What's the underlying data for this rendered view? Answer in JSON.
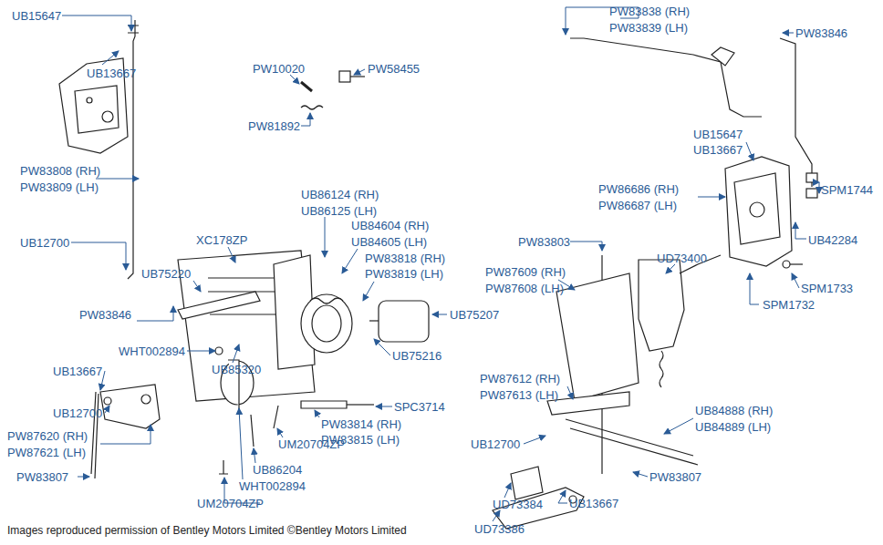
{
  "diagram": {
    "caption": "Images reproduced permission of Bentley Motors Limited ©Bentley Motors Limited",
    "labels": [
      "UB15647",
      "UB13667",
      "PW83808 (RH)",
      "PW83809 (LH)",
      "UB12700",
      "PW10020",
      "PW58455",
      "PW81892",
      "XC178ZP",
      "UB86124 (RH)",
      "UB86125 (LH)",
      "UB84604 (RH)",
      "UB84605 (LH)",
      "PW83818 (RH)",
      "PW83819 (LH)",
      "UB75220",
      "PW83846",
      "UB75207",
      "WHT002894",
      "UB75216",
      "UB13667",
      "UB85320",
      "SPC3714",
      "UB12700",
      "PW87620 (RH)",
      "PW87621 (LH)",
      "PW83814 (RH)",
      "PW83815 (LH)",
      "UM20704ZP",
      "UB86204",
      "PW83807",
      "WHT002894",
      "UM20704ZP",
      "PW83838 (RH)",
      "PW83839 (LH)",
      "PW83846",
      "UB15647",
      "UB13667",
      "SPM1744",
      "PW86686 (RH)",
      "PW86687 (LH)",
      "UB42284",
      "PW83803",
      "UD73400",
      "PW87609 (RH)",
      "PW87608 (LH)",
      "SPM1733",
      "SPM1732",
      "PW87612 (RH)",
      "PW87613 (LH)",
      "UB84888 (RH)",
      "UB84889 (LH)",
      "UB12700",
      "PW83807",
      "UB13667",
      "UD73384",
      "UD73386"
    ]
  }
}
